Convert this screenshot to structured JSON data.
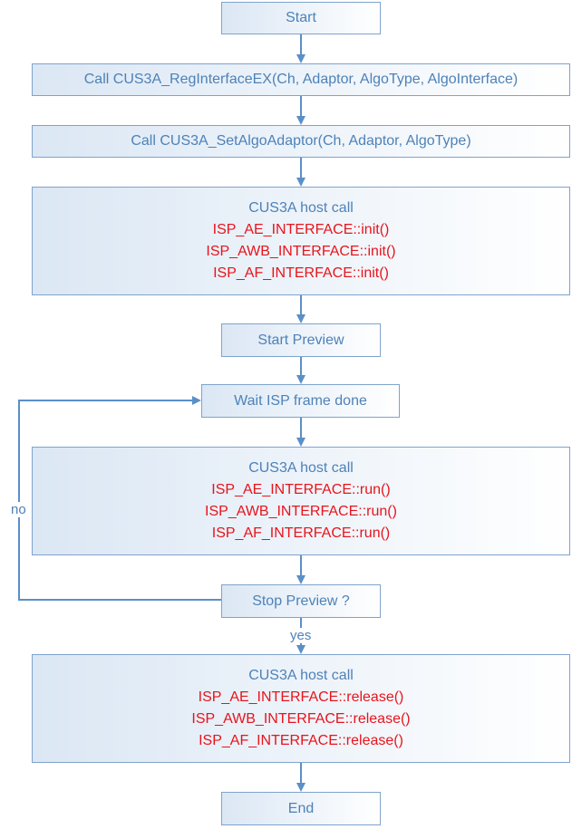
{
  "nodes": {
    "start": "Start",
    "reg_interface": "Call CUS3A_RegInterfaceEX(Ch, Adaptor, AlgoType, AlgoInterface)",
    "set_algo": "Call CUS3A_SetAlgoAdaptor(Ch, Adaptor, AlgoType)",
    "init_block": {
      "header": "CUS3A host call",
      "lines": [
        "ISP_AE_INTERFACE::init()",
        "ISP_AWB_INTERFACE::init()",
        "ISP_AF_INTERFACE::init()"
      ]
    },
    "start_preview": "Start Preview",
    "wait_frame": "Wait ISP frame done",
    "run_block": {
      "header": "CUS3A host call",
      "lines": [
        "ISP_AE_INTERFACE::run()",
        "ISP_AWB_INTERFACE::run()",
        "ISP_AF_INTERFACE::run()"
      ]
    },
    "stop_preview": "Stop Preview ?",
    "release_block": {
      "header": "CUS3A host call",
      "lines": [
        "ISP_AE_INTERFACE::release()",
        "ISP_AWB_INTERFACE::release()",
        "ISP_AF_INTERFACE::release()"
      ]
    },
    "end": "End"
  },
  "edge_labels": {
    "no": "no",
    "yes": "yes"
  },
  "colors": {
    "box_border": "#7fa3cc",
    "box_text": "#4d82b8",
    "function_text": "#e8141c",
    "arrow": "#5b8fc7"
  }
}
